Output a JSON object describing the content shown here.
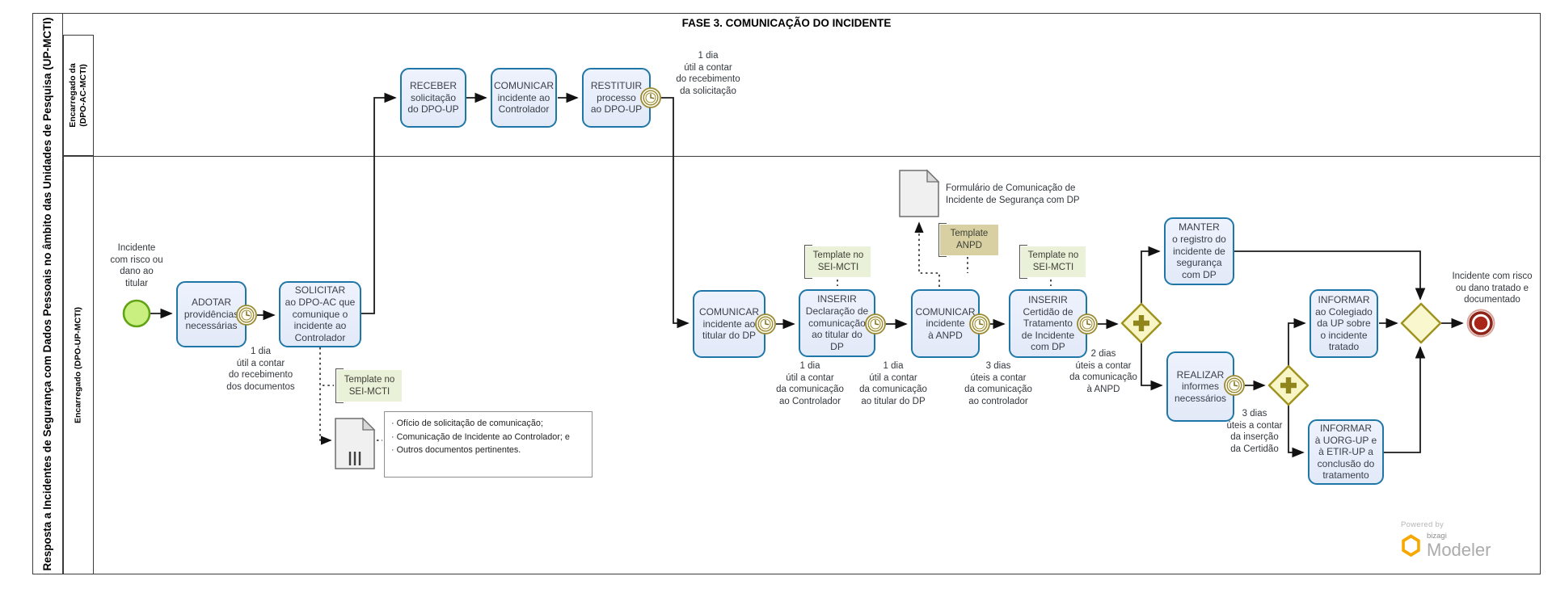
{
  "diagram": {
    "title": "FASE 3. COMUNICAÇÃO DO INCIDENTE",
    "pool_label": "Resposta a Incidentes de Segurança com Dados Pessoais no âmbito das Unidades de Pesquisa (UP-MCTI)",
    "lane_top_label": "Encarregado da\n(DPO-AC-MCTI)",
    "lane_bottom_label": "Encarregado (DPO-UP-MCTI)"
  },
  "events": {
    "start_label": "Incidente\ncom risco ou\ndano ao\ntitular",
    "end_label": "Incidente com risco\nou dano tratado e\ndocumentado"
  },
  "tasks": {
    "receber": "RECEBER\nsolicitação\ndo DPO-UP",
    "comunicar_controlador": "COMUNICAR\nincidente ao\nControlador",
    "restituir": "RESTITUIR\nprocesso\nao DPO-UP",
    "adotar": "ADOTAR\nprovidências\nnecessárias",
    "solicitar": "SOLICITAR\nao DPO-AC que\ncomunique o\nincidente ao\nControlador",
    "comunicar_titular": "COMUNICAR\nincidente ao\ntitular do DP",
    "inserir_declaracao": "INSERIR\nDeclaração de\ncomunicação\nao titular do\nDP",
    "comunicar_anpd": "COMUNICAR\nincidente\nà ANPD",
    "inserir_certidao": "INSERIR\nCertidão de\nTratamento\nde Incidente\ncom DP",
    "manter": "MANTER\no registro do\nincidente de\nsegurança\ncom DP",
    "realizar": "REALIZAR\ninformes\nnecessários",
    "informar_colegiado": "INFORMAR\nao Colegiado\nda UP sobre\no incidente\ntratado",
    "informar_uorg": "INFORMAR\nà UORG-UP e\nà ETIR-UP a\nconclusão do\ntratamento"
  },
  "flow_labels": {
    "restituir_prazo": "1 dia\nútil a contar\ndo recebimento\nda solicitação",
    "adotar_prazo": "1 dia\nútil a contar\ndo recebimento\ndos documentos",
    "comunicar_titular_prazo": "1 dia\nútil a contar\nda comunicação\nao Controlador",
    "inserir_declaracao_prazo": "1 dia\nútil a contar\nda comunicação\nao titular do DP",
    "comunicar_anpd_prazo": "3 dias\núteis a contar\nda comunicação\nao controlador",
    "inserir_certidao_prazo": "2 dias\núteis a contar\nda comunicação\nà ANPD",
    "realizar_prazo": "3 dias\núteis a contar\nda inserção\nda Certidão"
  },
  "annotations": {
    "template_sei_1": "Template no\nSEI-MCTI",
    "template_sei_2": "Template no\nSEI-MCTI",
    "template_anpd": "Template\nANPD",
    "template_sei_3": "Template no\nSEI-MCTI",
    "form_label": "Formulário de Comunicação de\nIncidente de Segurança com DP",
    "note_lines": [
      "· Ofício de solicitação de comunicação;",
      "· Comunicação de Incidente ao Controlador; e",
      "· Outros documentos pertinentes."
    ]
  },
  "branding": {
    "powered_by": "Powered by",
    "brand": "bizagi",
    "product": "Modeler"
  },
  "colors": {
    "task_border": "#1f77a8",
    "task_fill": "#e9eefb",
    "gateway_border": "#a0941e",
    "gateway_fill": "#f8f6c6",
    "gateway_marker": "#8f851c",
    "start_border": "#61a315",
    "start_fill": "#c9ef80",
    "end_color": "#a2291c",
    "timer": "#9a8a33",
    "annotation_green": "#eaf1d9",
    "annotation_tan": "#d8d0a2"
  }
}
